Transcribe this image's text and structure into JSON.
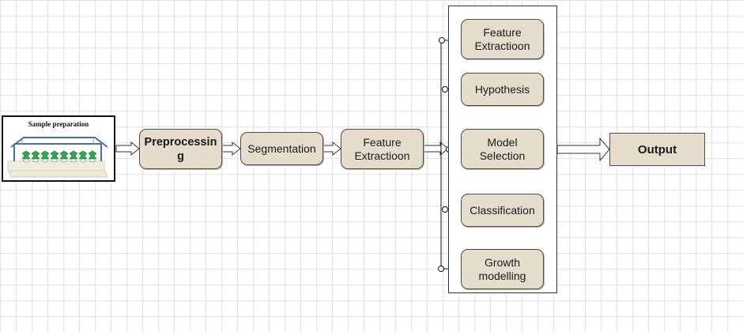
{
  "sample": {
    "title": "Sample preparation",
    "icon": "greenhouse-illustration"
  },
  "pipeline": {
    "preprocessing": [
      "Preprocessin",
      "g"
    ],
    "segmentation": [
      "Segmentation"
    ],
    "feature_extraction": [
      "Feature",
      "Extractioon"
    ]
  },
  "modules": {
    "feature_extraction": [
      "Feature",
      "Extractioon"
    ],
    "hypothesis": [
      "Hypothesis"
    ],
    "model_selection": [
      "Model",
      "Selection"
    ],
    "classification": [
      "Classification"
    ],
    "growth_modelling": [
      "Growth",
      "modelling"
    ]
  },
  "output": {
    "label": "Output"
  },
  "colors": {
    "node_fill": "#e6dccb",
    "border": "#4d4d4d",
    "grid": "#e3e3e3",
    "plant": "#2fa84f"
  }
}
